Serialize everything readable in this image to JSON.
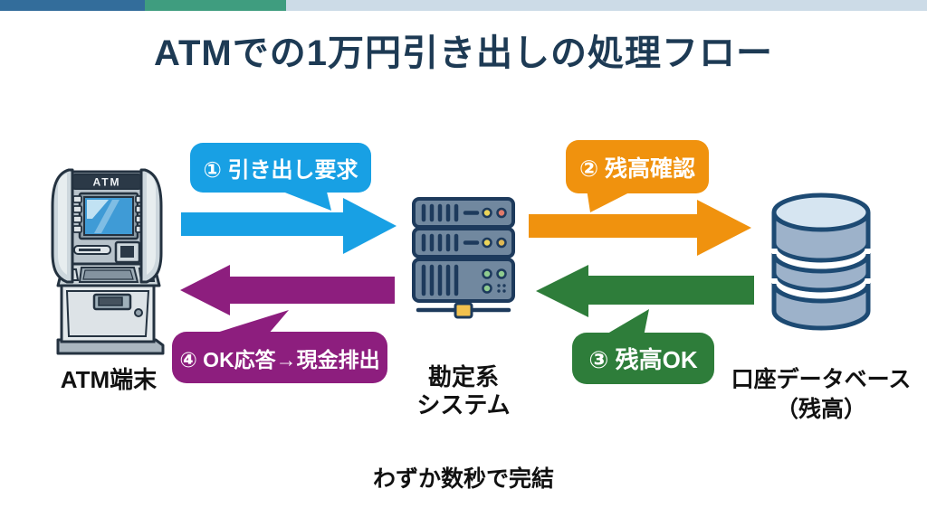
{
  "page": {
    "title": "ATMでの1万円引き出しの処理フロー",
    "title_color": "#1d3a54",
    "footer_note": "わずか数秒で完結",
    "background": "#ffffff"
  },
  "top_bar": {
    "segments": [
      {
        "name": "navy",
        "color": "#336d9b"
      },
      {
        "name": "teal",
        "color": "#3f9d7f"
      },
      {
        "name": "light-blue-gray",
        "color": "#ccdbe7"
      }
    ]
  },
  "nodes": {
    "atm": {
      "label": "ATM端末",
      "machine_text": "ATM",
      "icon": "atm-machine-icon"
    },
    "core_system": {
      "label_line1": "勘定系",
      "label_line2": "システム",
      "icon": "server-rack-icon"
    },
    "account_db": {
      "label_line1": "口座データベース",
      "label_line2": "（残高）",
      "icon": "database-cylinder-icon"
    }
  },
  "steps": [
    {
      "id": 1,
      "label": "① 引き出し要求",
      "color": "#18a0e4",
      "direction": "right"
    },
    {
      "id": 2,
      "label": "② 残高確認",
      "color": "#f0920e",
      "direction": "right"
    },
    {
      "id": 3,
      "label": "③ 残高OK",
      "color": "#2e7d3a",
      "direction": "left"
    },
    {
      "id": 4,
      "label": "④ OK応答→現金排出",
      "color": "#8d1e7e",
      "direction": "left"
    }
  ]
}
